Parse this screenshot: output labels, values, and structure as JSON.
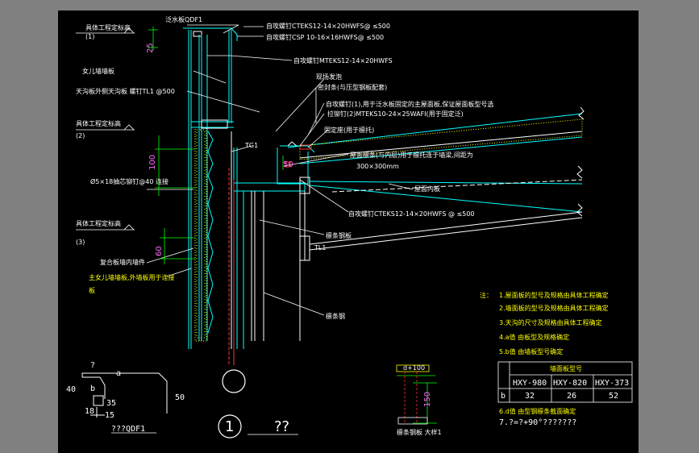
{
  "labels": {
    "l_top_board": "泛水板QDF1",
    "l_screw1": "自攻螺钉CTEKS12-14×20HWFS@ ≤500",
    "l_screw2": "自攻螺钉CSP  10-16×16HWFS@ ≤500",
    "l_screw3": "自攻螺钉MTEKS12-14×20HWFS",
    "l_foam": "现场发泡",
    "l_seal": "密封条(与压型钢板配套)",
    "l_screw4": "自攻螺钉(1),用于泛水板固定的主屋面板,保证屋面板型号选",
    "l_screw5": "拉铆钉(2)MTEKS10-24×25WAFI(用于固定泛)",
    "l_fix": "固定座(用于檩托)",
    "l_ridge_a": "屋面檩条(与内层)用于檩托连于墙梁,间距为",
    "l_ridge_b": "300×300mm",
    "l_roof_in": "屋面内板",
    "l_screw6": "自攻螺钉CTEKS12-14×20HWFS  @ ≤500",
    "l_purlin": "檩条钢板",
    "l_tl1": "TL1",
    "l_tg1": "TG1",
    "l_wall_beam": "檩条钢",
    "l_lev1": "具体工程定标高",
    "l_lev1_b": "(1)",
    "l_lev2": "具体工程定标高",
    "l_lev2_b": "(2)",
    "l_lev3": "具体工程定标高",
    "l_lev3_b": "(3)",
    "l_wallboard": "女儿墙墙板",
    "l_sky_gutter": "天沟板外侧天沟板 螺钉TL1 @500",
    "l_rivet": "Ø5×18抽芯铆钉@40 连接",
    "l_wall_in": "复合板墙内墙件",
    "l_note_y1": "主女儿墙墙板,外墙板用于连接",
    "l_note_y2": "板",
    "notes_header": "注：",
    "note1": "1.屋面板的型号及规格由具体工程确定",
    "note2": "2.墙面板的型号及规格由具体工程确定",
    "note3": "3.天沟的尺寸及规格由具体工程确定",
    "note4": "4.a值 由板型及规格确定",
    "note5": "5.b值 由墙板型号确定",
    "note6": "6.d值 由型钢檩条截面确定",
    "note7": "7.?=?+90°???????",
    "table_title": "墙面板型号",
    "table_cols": [
      "HXY-980",
      "HXY-820",
      "HXY-373"
    ],
    "table_row_label": "b",
    "table_values": [
      "32",
      "26",
      "52"
    ],
    "dim_25": "25",
    "dim_100": "100",
    "dim_60": "60",
    "dim_150": "150",
    "dim_d100": "d+100",
    "dim_50": "50",
    "det_q": "?",
    "det_a": "a",
    "det_40": "40",
    "det_50": "50",
    "det_b": "b",
    "det_35": "35",
    "det_18": "18",
    "det_15": "15",
    "det_caption": "???QDF1",
    "circle_num": "1",
    "circle_caption": "??",
    "small_caption": "檩条钢板 大样1"
  }
}
